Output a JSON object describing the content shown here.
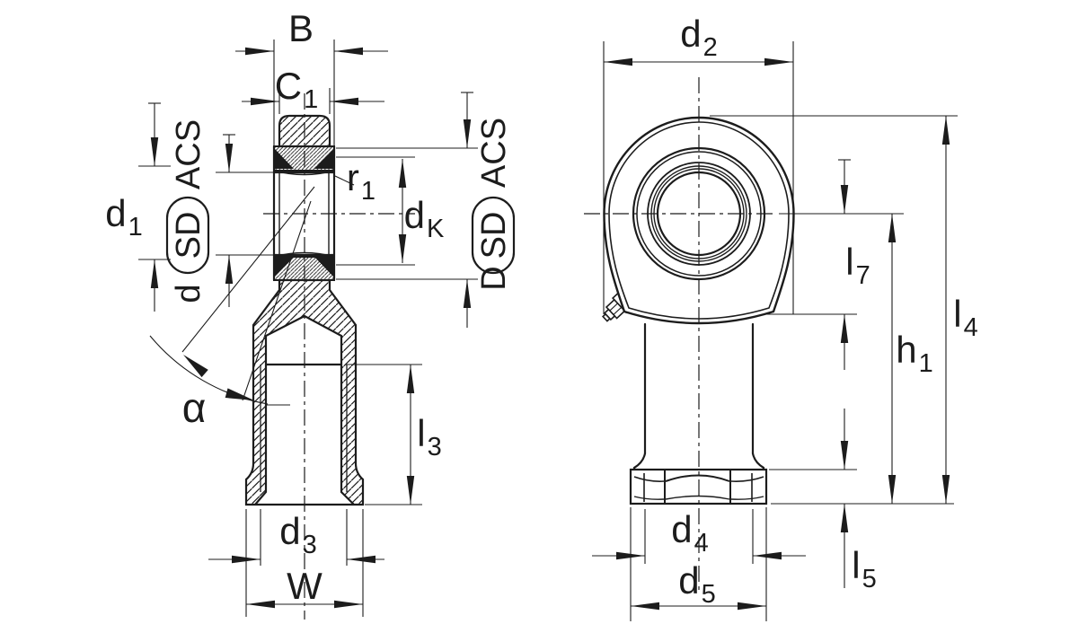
{
  "colors": {
    "ink": "#1c1c1c",
    "background": "#ffffff"
  },
  "section_view": {
    "dims": {
      "inner_ring_width": {
        "main": "B",
        "sub": ""
      },
      "housing_width": {
        "main": "C",
        "sub": "1"
      },
      "inner_ring_face_dia": {
        "main": "d",
        "sub": "1"
      },
      "edge_radius": {
        "main": "r",
        "sub": "1"
      },
      "ball_dia": {
        "main": "d",
        "sub": "K"
      },
      "thread_length": {
        "main": "l",
        "sub": "3"
      },
      "thread_dia": {
        "main": "d",
        "sub": "3"
      },
      "across_flats": {
        "main": "W",
        "sub": ""
      },
      "tilt_angle": {
        "main": "α",
        "sub": ""
      }
    },
    "bore_tolerance": {
      "dia": "d",
      "box": "SD",
      "suffix": "ACS"
    },
    "outer_tolerance": {
      "dia": "D",
      "box": "SD",
      "suffix": "ACS"
    }
  },
  "front_view": {
    "dims": {
      "head_dia": {
        "main": "d",
        "sub": "2"
      },
      "neck_offset": {
        "main": "l",
        "sub": "7"
      },
      "center_height": {
        "main": "h",
        "sub": "1"
      },
      "total_length": {
        "main": "l",
        "sub": "4"
      },
      "hex_height": {
        "main": "l",
        "sub": "5"
      },
      "collar_dia": {
        "main": "d",
        "sub": "4"
      },
      "hex_corner_dia": {
        "main": "d",
        "sub": "5"
      }
    }
  }
}
